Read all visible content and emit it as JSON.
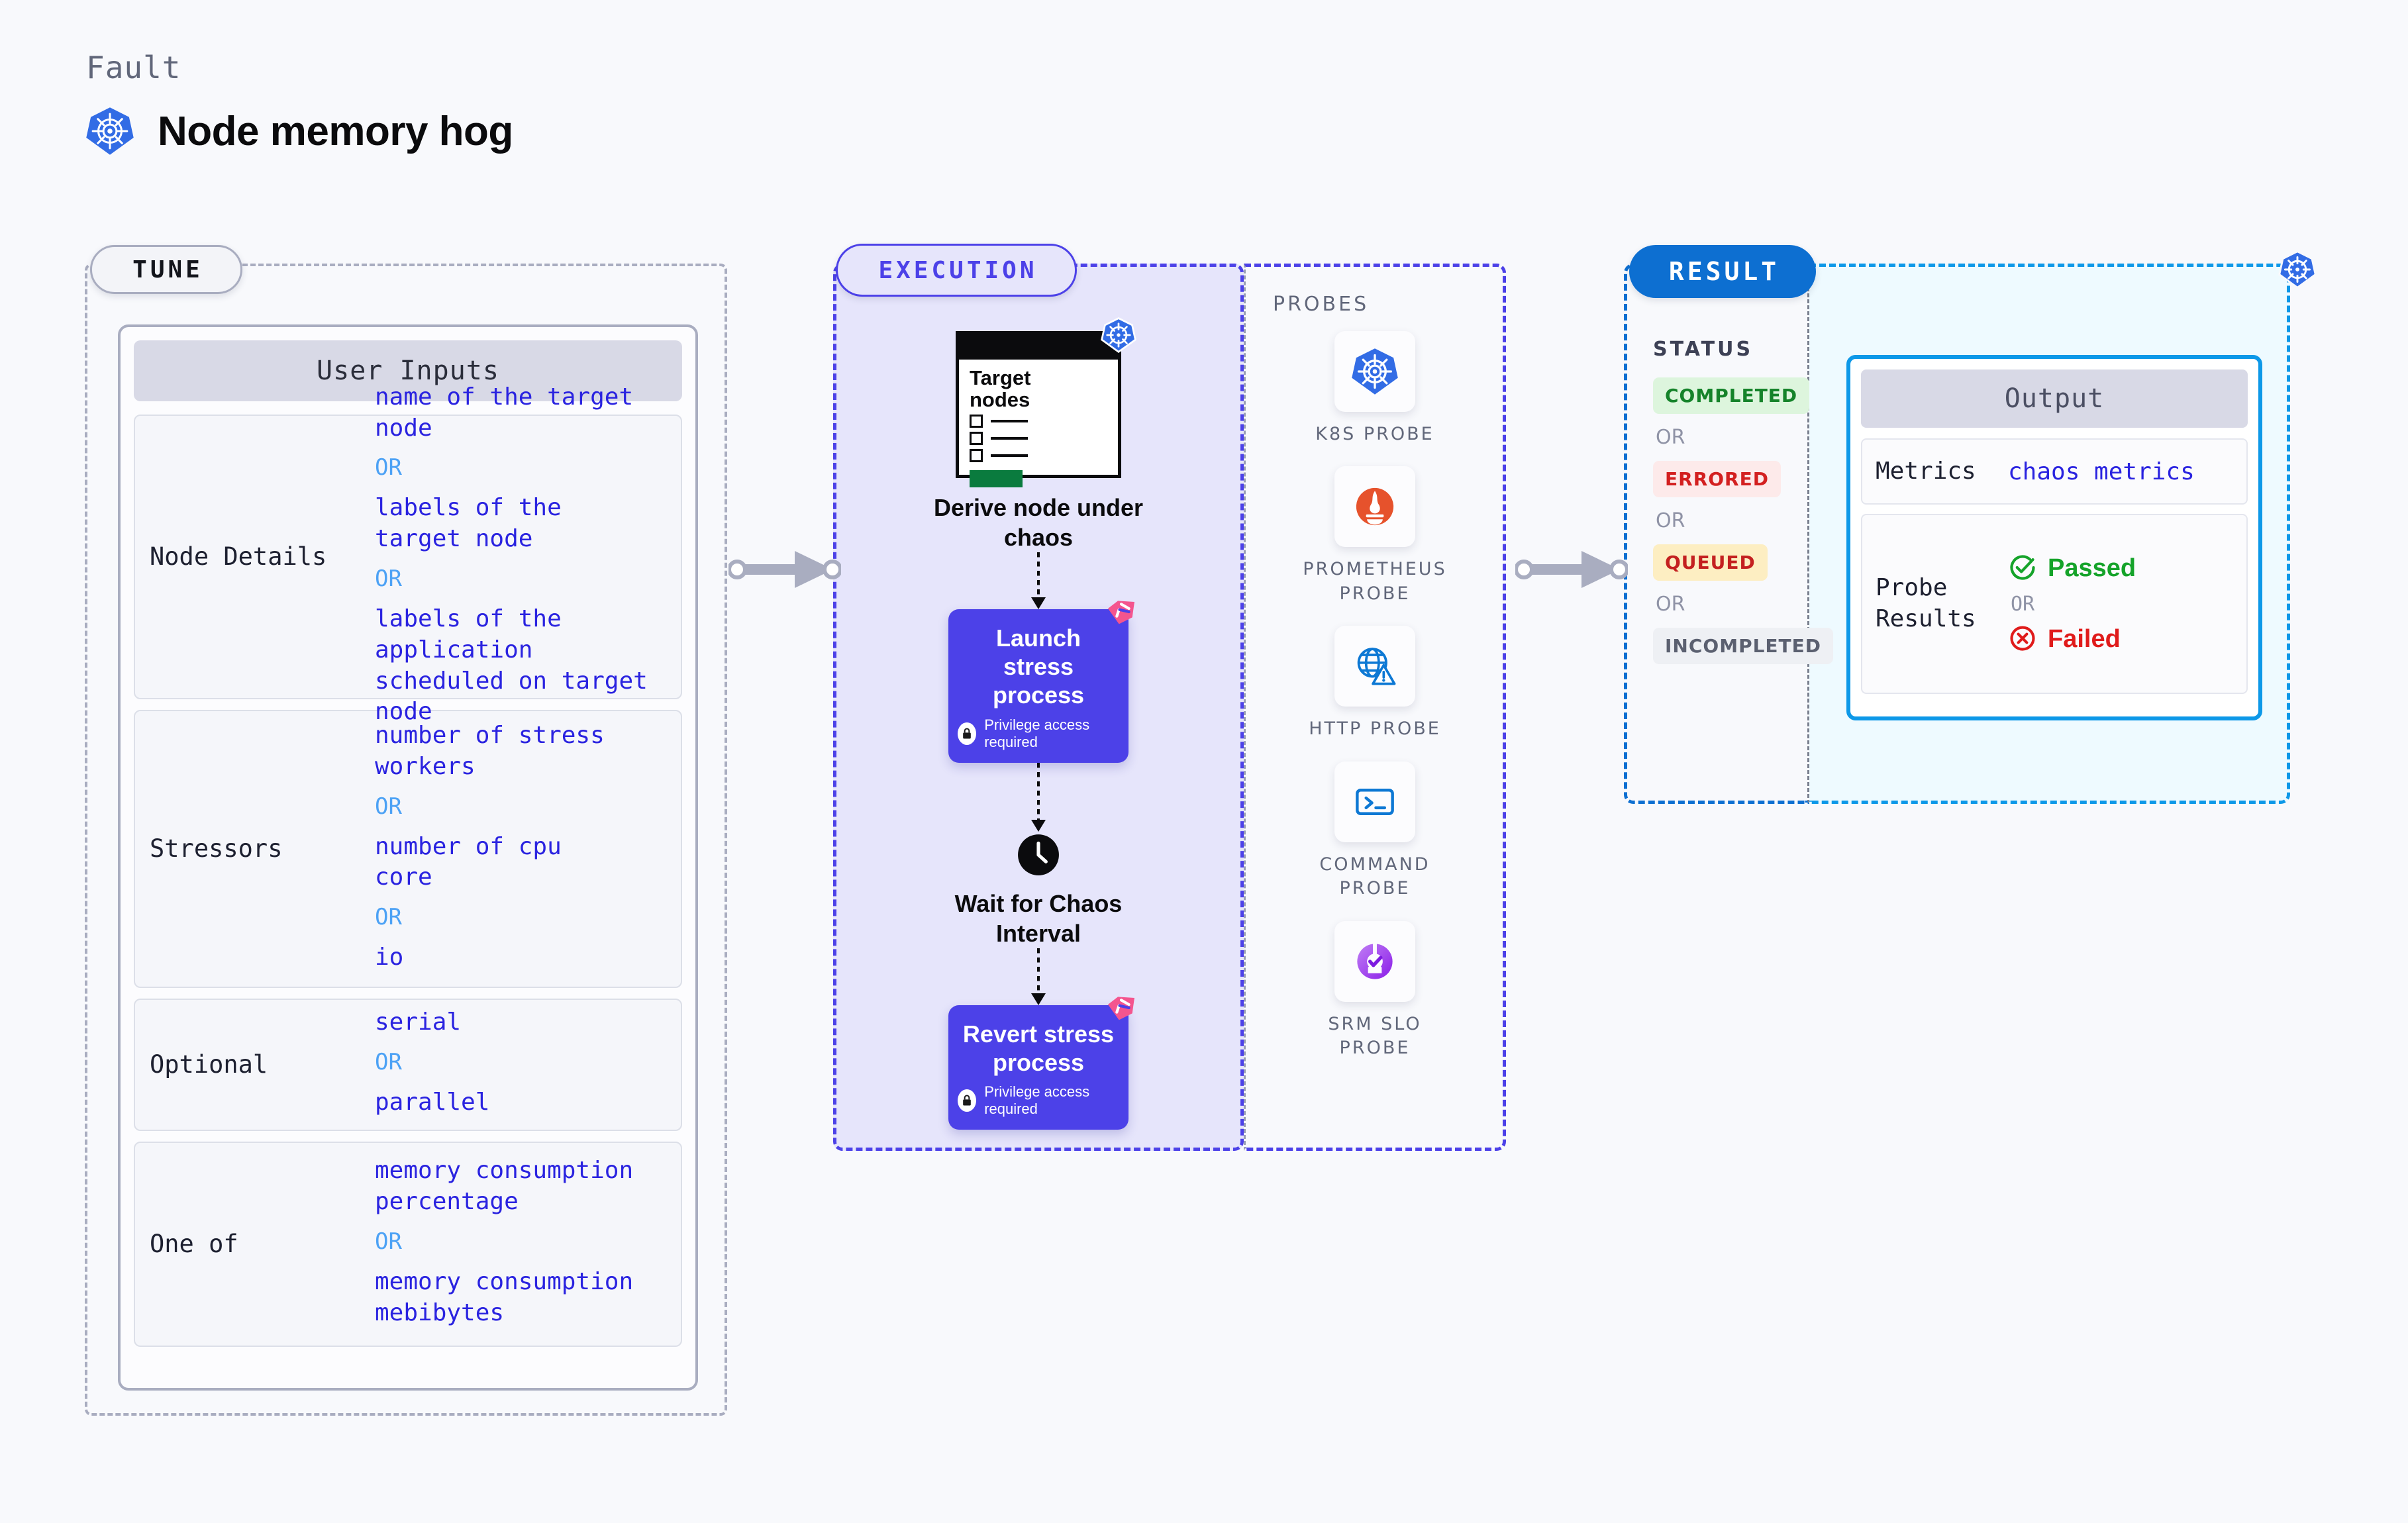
{
  "header": {
    "fault_label": "Fault",
    "title": "Node memory hog",
    "icon": "kubernetes-icon"
  },
  "sections": {
    "tune_label": "TUNE",
    "execution_label": "EXECUTION",
    "result_label": "RESULT",
    "probes_label": "PROBES",
    "status_label": "STATUS"
  },
  "tune": {
    "card_header": "User Inputs",
    "groups": [
      {
        "label": "Node Details",
        "values": [
          "name of the target\nnode",
          "labels of the\ntarget node",
          "labels of the application\n scheduled on target node"
        ],
        "separator": "OR"
      },
      {
        "label": "Stressors",
        "values": [
          "number of stress\nworkers",
          "number of cpu\ncore",
          "io"
        ],
        "separator": "OR"
      },
      {
        "label": "Optional",
        "values": [
          "serial",
          "parallel"
        ],
        "separator": "OR"
      },
      {
        "label": "One of",
        "values": [
          "memory consumption\npercentage",
          "memory consumption\nmebibytes"
        ],
        "separator": "OR"
      }
    ]
  },
  "execution": {
    "target_card": {
      "title": "Target\nnodes",
      "icon": "kubernetes-icon"
    },
    "derive_caption": "Derive node under\nchaos",
    "launch_step": {
      "title": "Launch stress\nprocess",
      "subtitle": "Privilege access required",
      "lock_icon": "lock-icon",
      "corner_icon": "litmus-chaos-icon"
    },
    "wait_caption": "Wait for Chaos\nInterval",
    "clock_icon": "clock-icon",
    "revert_step": {
      "title": "Revert stress\nprocess",
      "subtitle": "Privilege access required",
      "lock_icon": "lock-icon",
      "corner_icon": "litmus-chaos-icon"
    }
  },
  "probes": [
    {
      "label": "K8S PROBE",
      "icon": "kubernetes-icon"
    },
    {
      "label": "PROMETHEUS\nPROBE",
      "icon": "prometheus-icon"
    },
    {
      "label": "HTTP PROBE",
      "icon": "globe-warning-icon"
    },
    {
      "label": "COMMAND\nPROBE",
      "icon": "terminal-icon"
    },
    {
      "label": "SRM SLO\nPROBE",
      "icon": "slo-gauge-icon"
    }
  ],
  "result": {
    "statuses": [
      {
        "text": "COMPLETED",
        "bg": "#ddf5dd",
        "fg": "#15832a"
      },
      {
        "text": "ERRORED",
        "bg": "#fdeaea",
        "fg": "#d32020"
      },
      {
        "text": "QUEUED",
        "bg": "#fdeec2",
        "fg": "#c42020"
      },
      {
        "text": "INCOMPLETED",
        "bg": "#eef0f4",
        "fg": "#5b6070"
      }
    ],
    "separator": "OR"
  },
  "output": {
    "header": "Output",
    "metrics_label": "Metrics",
    "metrics_value": "chaos metrics",
    "probe_results_label": "Probe\nResults",
    "passed_text": "Passed",
    "passed_icon": "check-circle-icon",
    "failed_text": "Failed",
    "failed_icon": "x-circle-icon",
    "separator": "OR"
  },
  "colors": {
    "indigo": "#4c41e8",
    "blue": "#0d6fd1",
    "cyan": "#0d98e8",
    "kube_blue": "#326ce5",
    "pink": "#f4558e",
    "green": "#15832a",
    "red": "#d32020",
    "page_bg": "#f8f9fc"
  },
  "corner_badge_icon": "kubernetes-icon"
}
